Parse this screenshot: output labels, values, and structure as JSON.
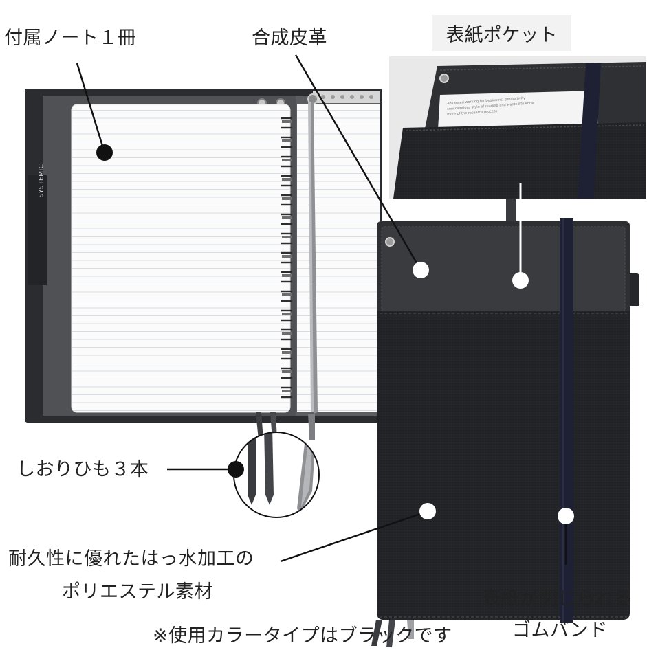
{
  "callouts": {
    "included_note": "付属ノート１冊",
    "synthetic_leather": "合成皮革",
    "cover_pocket": "表紙ポケット",
    "bookmarks": "しおりひも３本",
    "polyester_line1": "耐久性に優れたはっ水加工の",
    "polyester_line2": "ポリエステル素材",
    "rubber_band_line1": "表紙が閉じられる",
    "rubber_band_line2": "ゴムバンド",
    "color_note": "※使用カラータイプはブラックです"
  },
  "product": {
    "brand": "SYSTEMIC",
    "card_text_1": "Advanced working for beginners: productivity",
    "card_text_2": "conscientious style of reading and wanted to know",
    "card_text_3": "more of the research process",
    "color": "#2a2b2e"
  },
  "colors": {
    "cover_black": "#2b2c2f",
    "fabric_black": "#232427",
    "leather_dark": "#3a3b3f",
    "page_white": "#fbfbfb",
    "rule_line": "#d7dbe2",
    "marker": "#111111",
    "marker_white": "#ffffff",
    "tab_yellow": "#f6ef2b",
    "tab_pink": "#ee2f8c",
    "tab_blue": "#35a9e8",
    "tab_green": "#77cc4a"
  }
}
